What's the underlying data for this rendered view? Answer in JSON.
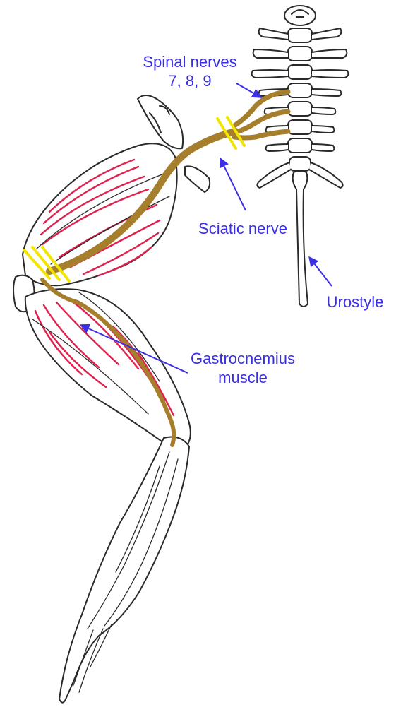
{
  "colors": {
    "label_text": "#3a2ee6",
    "pointer_arrow": "#3a2ee6",
    "cut_marks": "#f2e600",
    "muscle_fibers": "#e0214e",
    "nerve": "#a67f2c",
    "outline": "#2a2a2a"
  },
  "labels": {
    "spinal_nerves": {
      "line1": "Spinal nerves",
      "line2": "7, 8, 9"
    },
    "sciatic_nerve": "Sciatic nerve",
    "urostyle": "Urostyle",
    "gastrocnemius": {
      "line1": "Gastrocnemius",
      "line2": "muscle"
    }
  }
}
